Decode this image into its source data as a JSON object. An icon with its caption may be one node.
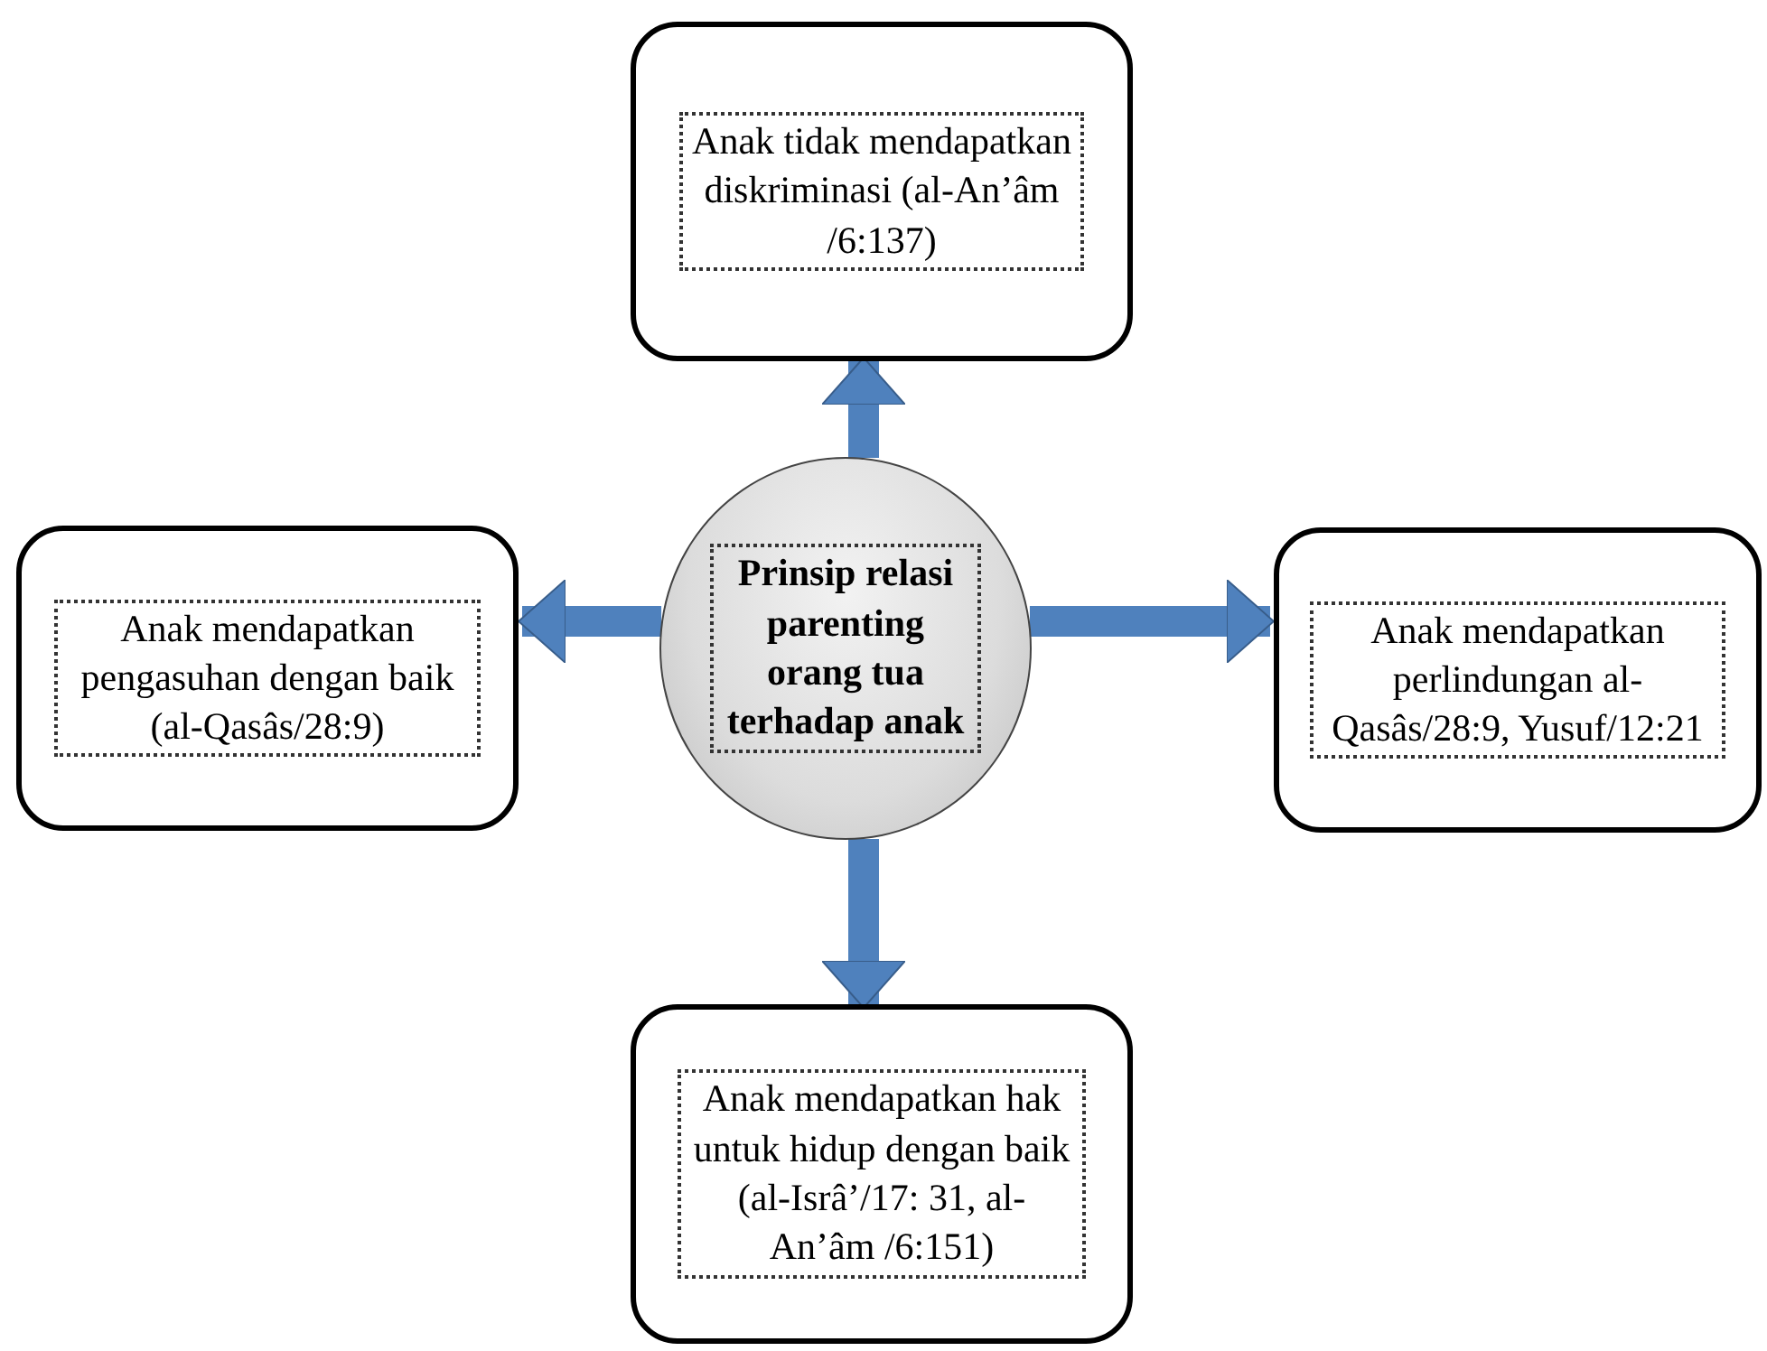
{
  "diagram": {
    "nodes": [
      {
        "text": [
          "Anak tidak mendapatkan diskriminasi (al-An’âm /6:137)"
        ]
      },
      {
        "text": [
          "Anak mendapatkan pengasuhan dengan baik (al-Qasâs/28:9)"
        ]
      },
      {
        "text": [
          "Prinsip relasi parenting orang tua terhadap anak"
        ]
      },
      {
        "text": [
          "Anak mendapatkan perlindungan al-Qasâs/28:9, Yusuf/12:21"
        ]
      },
      {
        "text": [
          "Anak mendapatkan hak untuk hidup dengan baik (al-Isrâ’/17: 31, al- An’âm /6:151)"
        ]
      }
    ],
    "edges": [
      {
        "from": 2,
        "to": 0,
        "arrow": "to"
      },
      {
        "from": 2,
        "to": 1,
        "arrow": "to"
      },
      {
        "from": 2,
        "to": 3,
        "arrow": "to"
      },
      {
        "from": 2,
        "to": 4,
        "arrow": "to"
      }
    ]
  }
}
